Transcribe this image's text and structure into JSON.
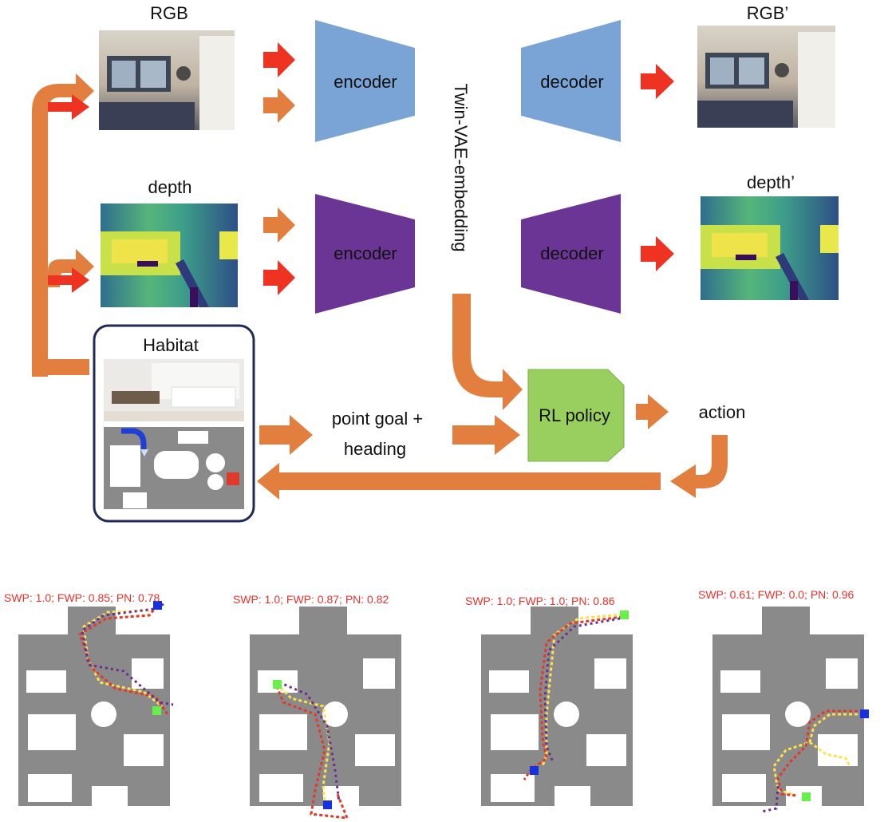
{
  "labels": {
    "rgb": "RGB",
    "rgb_prime": "RGB’",
    "depth": "depth",
    "depth_prime": "depth’",
    "encoder_top": "encoder",
    "encoder_bottom": "encoder",
    "decoder_top": "decoder",
    "decoder_bottom": "decoder",
    "embedding": "Twin-VAE-embedding",
    "habitat": "Habitat",
    "point_goal_line1": "point goal +",
    "point_goal_line2": "heading",
    "rl_policy": "RL policy",
    "action": "action"
  },
  "colors": {
    "encoder_rgb": "#7aa3d6",
    "encoder_depth": "#6b3595",
    "rl_policy": "#98cf5e",
    "orange_arrow": "#e27f3e",
    "red_arrow": "#ee3322",
    "habitat_border": "#1f2a55",
    "map_gray": "#8a8a8a",
    "stat_text": "#e8322a"
  },
  "trajectory_panels": [
    {
      "caption": "SWP: 1.0; FWP: 0.85; PN: 0.78"
    },
    {
      "caption": "SWP: 1.0; FWP: 0.87; PN: 0.82"
    },
    {
      "caption": "SWP: 1.0; FWP: 1.0; PN: 0.86"
    },
    {
      "caption": "SWP: 0.61; FWP: 0.0; PN: 0.96"
    }
  ]
}
